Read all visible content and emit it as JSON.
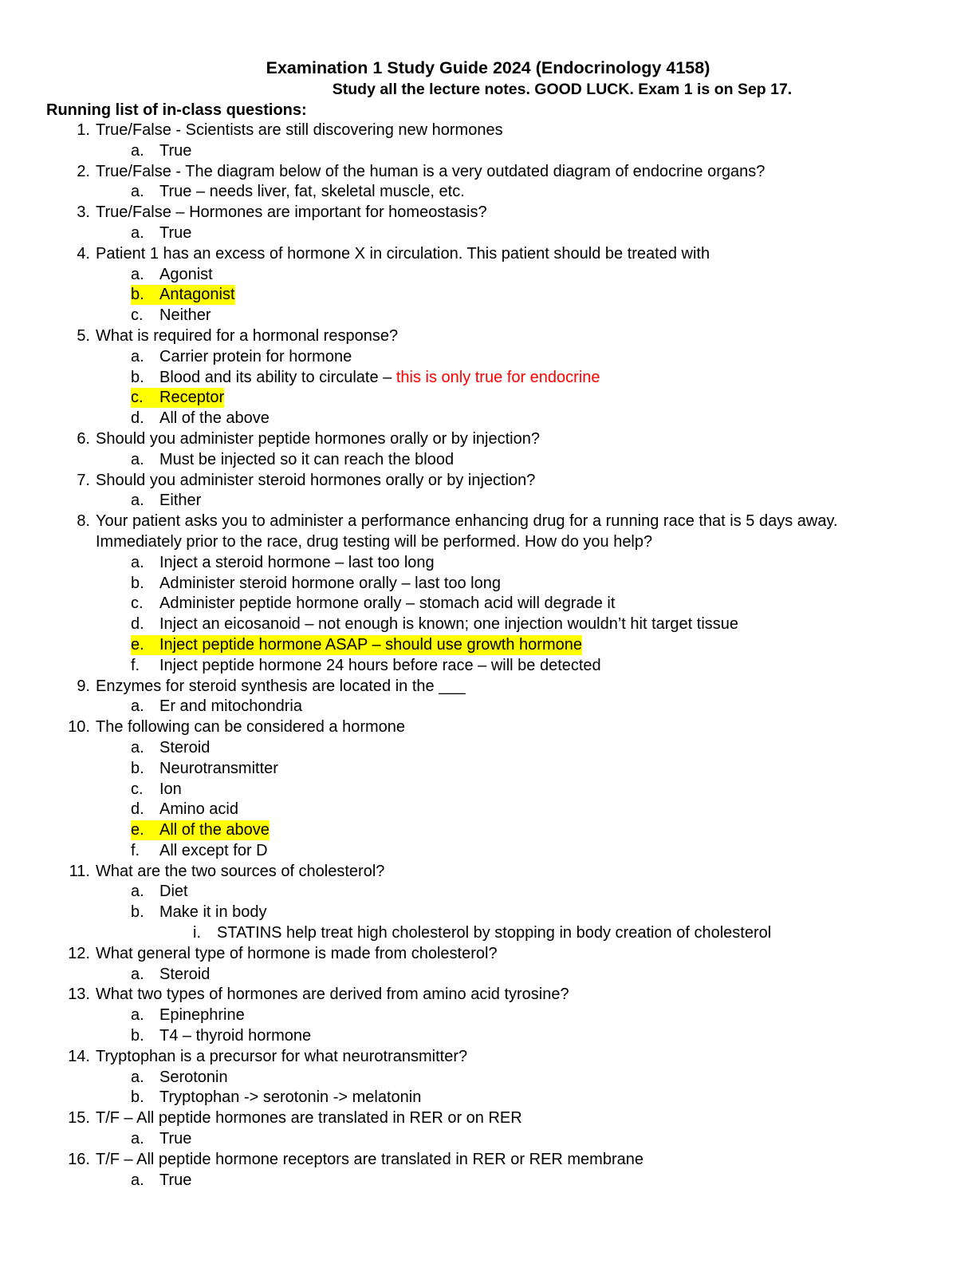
{
  "header": {
    "title": "Examination 1 Study Guide 2024 (Endocrinology 4158)",
    "subtitle": "Study all the lecture notes. GOOD LUCK. Exam 1 is on Sep 17.",
    "section": "Running list of in-class questions:"
  },
  "colors": {
    "highlight": "#ffff00",
    "note": "#ff0000"
  },
  "lines": [
    {
      "kind": "q",
      "num": "1.",
      "text": "True/False - Scientists are still discovering new hormones"
    },
    {
      "kind": "a",
      "num": "a.",
      "text": "True"
    },
    {
      "kind": "q",
      "num": "2.",
      "text": "True/False - The diagram below of the human is a very outdated diagram of endocrine organs?"
    },
    {
      "kind": "a",
      "num": "a.",
      "text": "True – needs liver, fat, skeletal muscle, etc."
    },
    {
      "kind": "q",
      "num": "3.",
      "text": "True/False – Hormones are important for homeostasis?"
    },
    {
      "kind": "a",
      "num": "a.",
      "text": "True"
    },
    {
      "kind": "q",
      "num": "4.",
      "text": "Patient 1 has an excess of hormone X in circulation. This patient should be treated with"
    },
    {
      "kind": "a",
      "num": "a.",
      "text": "Agonist"
    },
    {
      "kind": "a",
      "num": "b.",
      "text": "Antagonist",
      "highlight": true
    },
    {
      "kind": "a",
      "num": "c.",
      "text": "Neither"
    },
    {
      "kind": "q",
      "num": "5.",
      "text": "What is required for a hormonal response?"
    },
    {
      "kind": "a",
      "num": "a.",
      "text": "Carrier protein for hormone"
    },
    {
      "kind": "a",
      "num": "b.",
      "text": "Blood and its ability to circulate – ",
      "note": "this is only true for endocrine"
    },
    {
      "kind": "a",
      "num": "c.",
      "text": "Receptor",
      "highlight": true
    },
    {
      "kind": "a",
      "num": "d.",
      "text": "All of the above"
    },
    {
      "kind": "q",
      "num": "6.",
      "text": "Should you administer peptide hormones orally or by injection?"
    },
    {
      "kind": "a",
      "num": "a.",
      "text": "Must be injected so it can reach the blood"
    },
    {
      "kind": "q",
      "num": "7.",
      "text": "Should you administer steroid hormones orally or by injection?"
    },
    {
      "kind": "a",
      "num": "a.",
      "text": "Either"
    },
    {
      "kind": "q",
      "num": "8.",
      "text": "Your patient asks you to administer a performance enhancing drug for a running race that is 5 days away."
    },
    {
      "kind": "c",
      "num": "",
      "text": "Immediately prior to the race, drug testing will be performed. How do you help?"
    },
    {
      "kind": "a",
      "num": "a.",
      "text": "Inject a steroid hormone – last too long"
    },
    {
      "kind": "a",
      "num": "b.",
      "text": "Administer steroid hormone orally – last too long"
    },
    {
      "kind": "a",
      "num": "c.",
      "text": "Administer peptide hormone orally – stomach acid will degrade it"
    },
    {
      "kind": "a",
      "num": "d.",
      "text": "Inject an eicosanoid – not enough is known; one injection wouldn’t hit target tissue"
    },
    {
      "kind": "a",
      "num": "e.",
      "text": "Inject peptide hormone ASAP – should use growth hormone",
      "highlight": true
    },
    {
      "kind": "a",
      "num": "f.",
      "text": "Inject peptide hormone 24 hours before race – will be detected"
    },
    {
      "kind": "q",
      "num": "9.",
      "text": "Enzymes for steroid synthesis are located in the ___"
    },
    {
      "kind": "a",
      "num": "a.",
      "text": "Er and mitochondria"
    },
    {
      "kind": "q",
      "num": "10.",
      "text": "The following can be considered a hormone"
    },
    {
      "kind": "a",
      "num": "a.",
      "text": "Steroid"
    },
    {
      "kind": "a",
      "num": "b.",
      "text": "Neurotransmitter"
    },
    {
      "kind": "a",
      "num": "c.",
      "text": "Ion"
    },
    {
      "kind": "a",
      "num": "d.",
      "text": "Amino acid"
    },
    {
      "kind": "a",
      "num": "e.",
      "text": "All of the above",
      "highlight": true
    },
    {
      "kind": "a",
      "num": "f.",
      "text": "All except for D"
    },
    {
      "kind": "q",
      "num": "11.",
      "text": "What are the two sources of cholesterol?"
    },
    {
      "kind": "a",
      "num": "a.",
      "text": "Diet"
    },
    {
      "kind": "a",
      "num": "b.",
      "text": "Make it in body"
    },
    {
      "kind": "s",
      "num": "i.",
      "text": "STATINS help treat high cholesterol by stopping in body creation of cholesterol"
    },
    {
      "kind": "q",
      "num": "12.",
      "text": "What general type of hormone is made from cholesterol?"
    },
    {
      "kind": "a",
      "num": "a.",
      "text": "Steroid"
    },
    {
      "kind": "q",
      "num": "13.",
      "text": "What two types of hormones are derived from amino acid tyrosine?"
    },
    {
      "kind": "a",
      "num": "a.",
      "text": "Epinephrine"
    },
    {
      "kind": "a",
      "num": "b.",
      "text": "T4 – thyroid hormone"
    },
    {
      "kind": "q",
      "num": "14.",
      "text": "Tryptophan is a precursor for what neurotransmitter?"
    },
    {
      "kind": "a",
      "num": "a.",
      "text": "Serotonin"
    },
    {
      "kind": "a",
      "num": "b.",
      "text": "Tryptophan -> serotonin -> melatonin"
    },
    {
      "kind": "q",
      "num": "15.",
      "text": "T/F – All peptide hormones are translated in RER or on RER"
    },
    {
      "kind": "a",
      "num": "a.",
      "text": "True"
    },
    {
      "kind": "q",
      "num": "16.",
      "text": "T/F – All peptide hormone receptors are translated in RER or RER membrane"
    },
    {
      "kind": "a",
      "num": "a.",
      "text": "True"
    }
  ]
}
